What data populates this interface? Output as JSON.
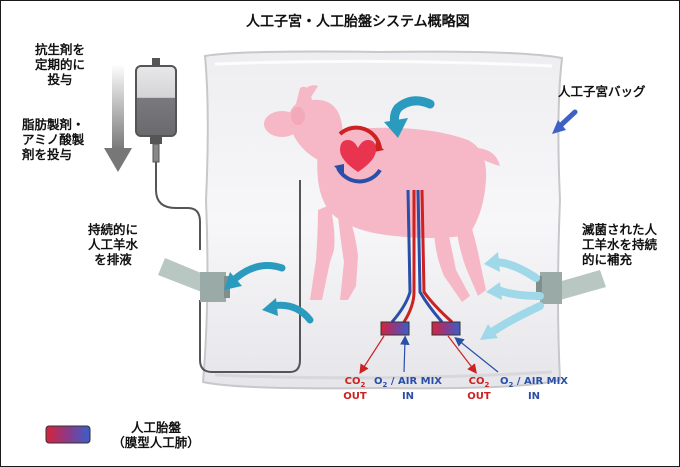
{
  "title": "人工子宮・人工胎盤システム概略図",
  "labels": {
    "antibiotics": [
      "抗生剤を",
      "定期的に",
      "投与"
    ],
    "nutrients": [
      "脂肪製剤・",
      "アミノ酸製",
      "剤を投与"
    ],
    "drain": [
      "持続的に",
      "人工羊水",
      "を排液"
    ],
    "bag": "人工子宮バッグ",
    "supply": [
      "滅菌された人",
      "工羊水を持続",
      "的に補充"
    ]
  },
  "ports": [
    {
      "out_label": [
        "CO",
        "2",
        "OUT"
      ],
      "in_label": [
        "O",
        "2",
        " / AIR MIX",
        "IN"
      ]
    },
    {
      "out_label": [
        "CO",
        "2",
        "OUT"
      ],
      "in_label": [
        "O",
        "2",
        " / AIR MIX",
        "IN"
      ]
    }
  ],
  "legend": {
    "line1": "人工胎盤",
    "line2": "（膜型人工肺）"
  },
  "colors": {
    "lamb": "#f6b8c6",
    "heart": "#e8344e",
    "blue_arrow": "#2a9bbf",
    "light_arrow": "#9fd8e8",
    "vessel_red": "#cc2222",
    "vessel_blue": "#2a4fa8"
  }
}
